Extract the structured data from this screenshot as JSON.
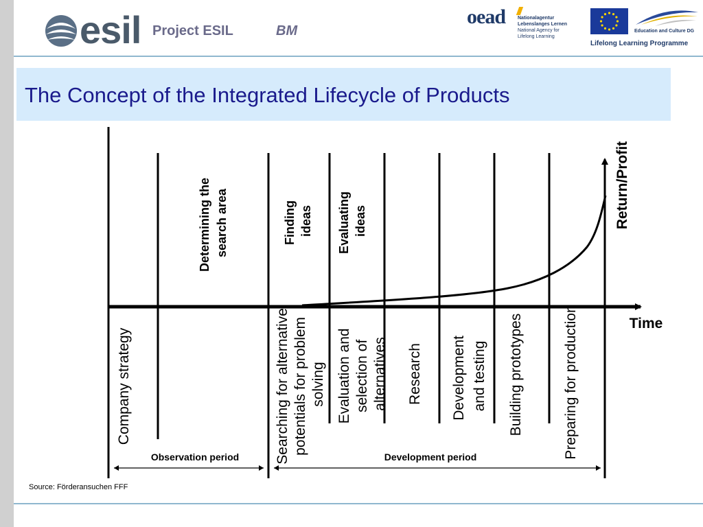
{
  "header": {
    "logo_text": "esil",
    "project_title": "Project ESIL",
    "project_sub": "BM",
    "oead_word": "oead",
    "oead_agency_lines": [
      "Nationalagentur",
      "Lebenslanges Lernen",
      "National Agency for",
      "Lifelong Learning"
    ],
    "llp_dg": "Education and Culture DG",
    "llp_programme": "Lifelong Learning Programme"
  },
  "slide": {
    "title": "The Concept of the Integrated Lifecycle of Products"
  },
  "diagram": {
    "upper_labels": [
      {
        "id": "determining",
        "lines": [
          "Determining the",
          "search area"
        ]
      },
      {
        "id": "finding",
        "lines": [
          "Finding",
          "ideas"
        ]
      },
      {
        "id": "evaluating",
        "lines": [
          "Evaluating",
          "ideas"
        ]
      }
    ],
    "y_axis_label": "Return/Profit",
    "x_axis_label": "Time",
    "lower_labels": [
      {
        "id": "company-strategy",
        "lines": [
          "Company strategy"
        ]
      },
      {
        "id": "searching",
        "lines": [
          "Searching for alternative",
          "potentials for problem",
          "solving"
        ]
      },
      {
        "id": "evaluation-selection",
        "lines": [
          "Evaluation and",
          "selection of",
          "alternatives"
        ]
      },
      {
        "id": "research",
        "lines": [
          "Research"
        ]
      },
      {
        "id": "development-testing",
        "lines": [
          "Development",
          "and testing"
        ]
      },
      {
        "id": "building-prototypes",
        "lines": [
          "Building prototypes"
        ]
      },
      {
        "id": "preparing-production",
        "lines": [
          "Preparing for production"
        ]
      }
    ],
    "periods": [
      {
        "id": "observation",
        "label": "Observation period"
      },
      {
        "id": "development",
        "label": "Development period"
      }
    ]
  },
  "footer": {
    "source": "Source: Förderansuchen FFF"
  },
  "colors": {
    "title_text": "#1a1a8c",
    "title_bg": "#d6ebfc",
    "rule": "#8fb7cf",
    "line": "#000000"
  }
}
